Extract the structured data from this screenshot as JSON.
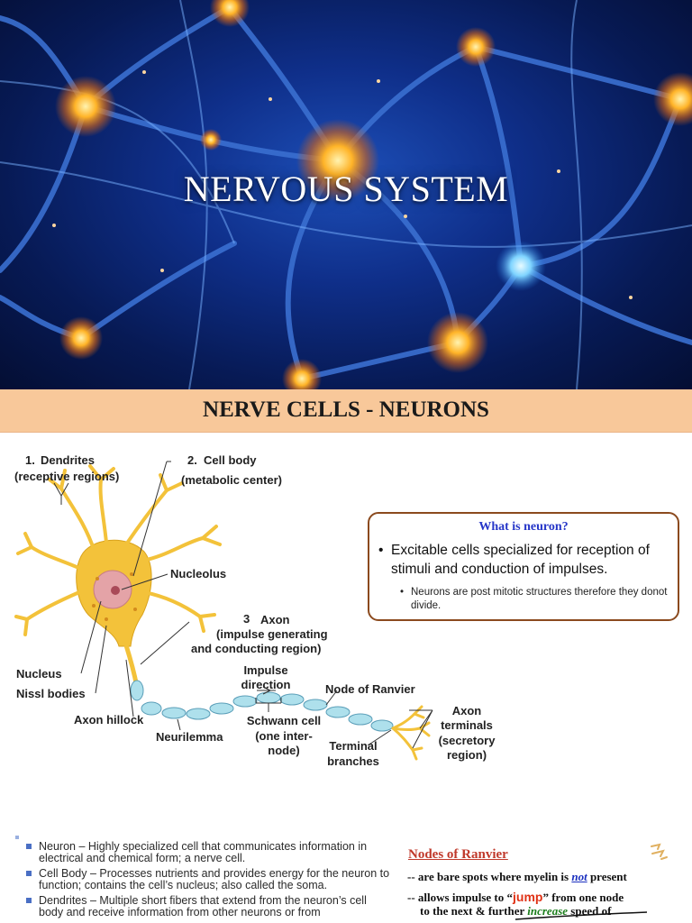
{
  "slide1": {
    "title": "NERVOUS SYSTEM"
  },
  "slide2": {
    "title": "NERVE CELLS - NEURONS",
    "labels": {
      "dendrites_num": "1.",
      "dendrites": "Dendrites",
      "dendrites_sub": "(receptive regions)",
      "cellbody_num": "2.",
      "cellbody": "Cell body",
      "cellbody_sub": "(metabolic center)",
      "nucleolus": "Nucleolus",
      "axon_num": "3",
      "axon": "Axon",
      "axon_sub1": "(impulse generating",
      "axon_sub2": "and conducting region)",
      "nucleus": "Nucleus",
      "nissl": "Nissl bodies",
      "impulse1": "Impulse",
      "impulse2": "direction",
      "node_ranvier": "Node of Ranvier",
      "axon_hillock": "Axon hillock",
      "schwann1": "Schwann cell",
      "schwann2": "(one inter-",
      "schwann3": "node)",
      "neurilemma": "Neurilemma",
      "terminal1": "Terminal",
      "terminal2": "branches",
      "axterm1": "Axon",
      "axterm2": "terminals",
      "axterm3": "(secretory",
      "axterm4": "region)"
    },
    "info_box": {
      "question": "What is neuron?",
      "bullet1": "Excitable cells specialized for reception of stimuli and conduction of impulses.",
      "bullet2": "Neurons are post mitotic structures therefore they donot divide."
    }
  },
  "slide3": {
    "definitions": [
      "Neuron – Highly specialized cell that communicates information in electrical and chemical form; a nerve cell.",
      "Cell Body – Processes nutrients and provides energy for the neuron to function; contains the cell’s nucleus; also called the soma.",
      "Dendrites – Multiple short fibers that extend from the neuron’s cell body and receive information from other neurons or from"
    ],
    "ranvier": {
      "title": "Nodes of Ranvier",
      "line1_a": "-- are bare spots where myelin is ",
      "line1_not": "not",
      "line1_b": " present",
      "line2_a": "-- allows impulse to “",
      "line2_jump": "jump",
      "line2_b": "” from one node",
      "line3_a": "to the next & further ",
      "line3_increase": "increase",
      "line3_b": " speed of"
    }
  },
  "colors": {
    "banner": "#f8c89a",
    "info_border": "#8b4a1e",
    "info_question": "#2636c8",
    "ranvier_title": "#c0392b",
    "not": "#1a2fbf",
    "jump": "#e03216",
    "increase": "#1a7d1a",
    "neuron": "#f3c23a",
    "myelin": "#aee0ec"
  }
}
